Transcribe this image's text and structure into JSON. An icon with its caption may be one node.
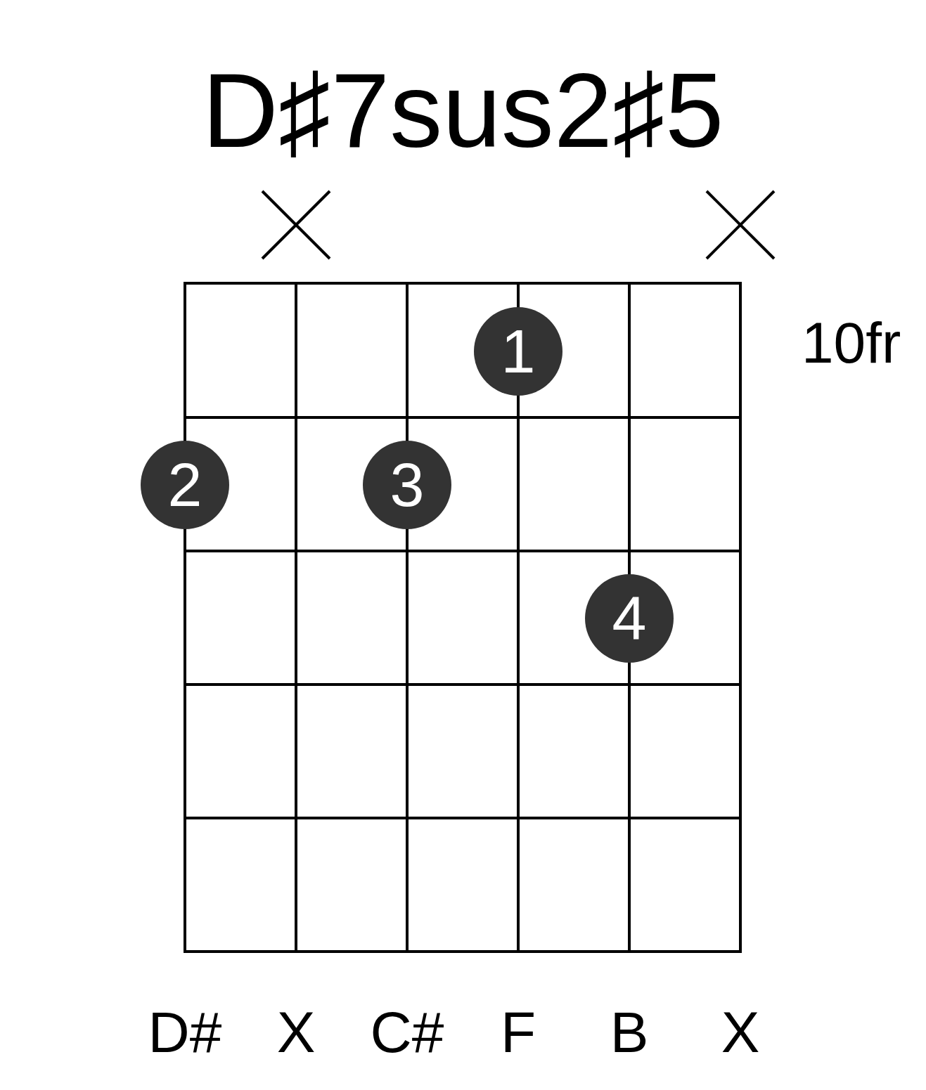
{
  "diagram": {
    "title": "D♯7sus2♯5",
    "nodes": [
      {
        "text": [
          "1"
        ]
      },
      {
        "text": [
          "2"
        ]
      },
      {
        "text": [
          "3"
        ]
      },
      {
        "text": [
          "4"
        ]
      }
    ],
    "labels": [
      "10fr",
      "D#",
      "X",
      "C#",
      "F",
      "B",
      "X"
    ]
  }
}
